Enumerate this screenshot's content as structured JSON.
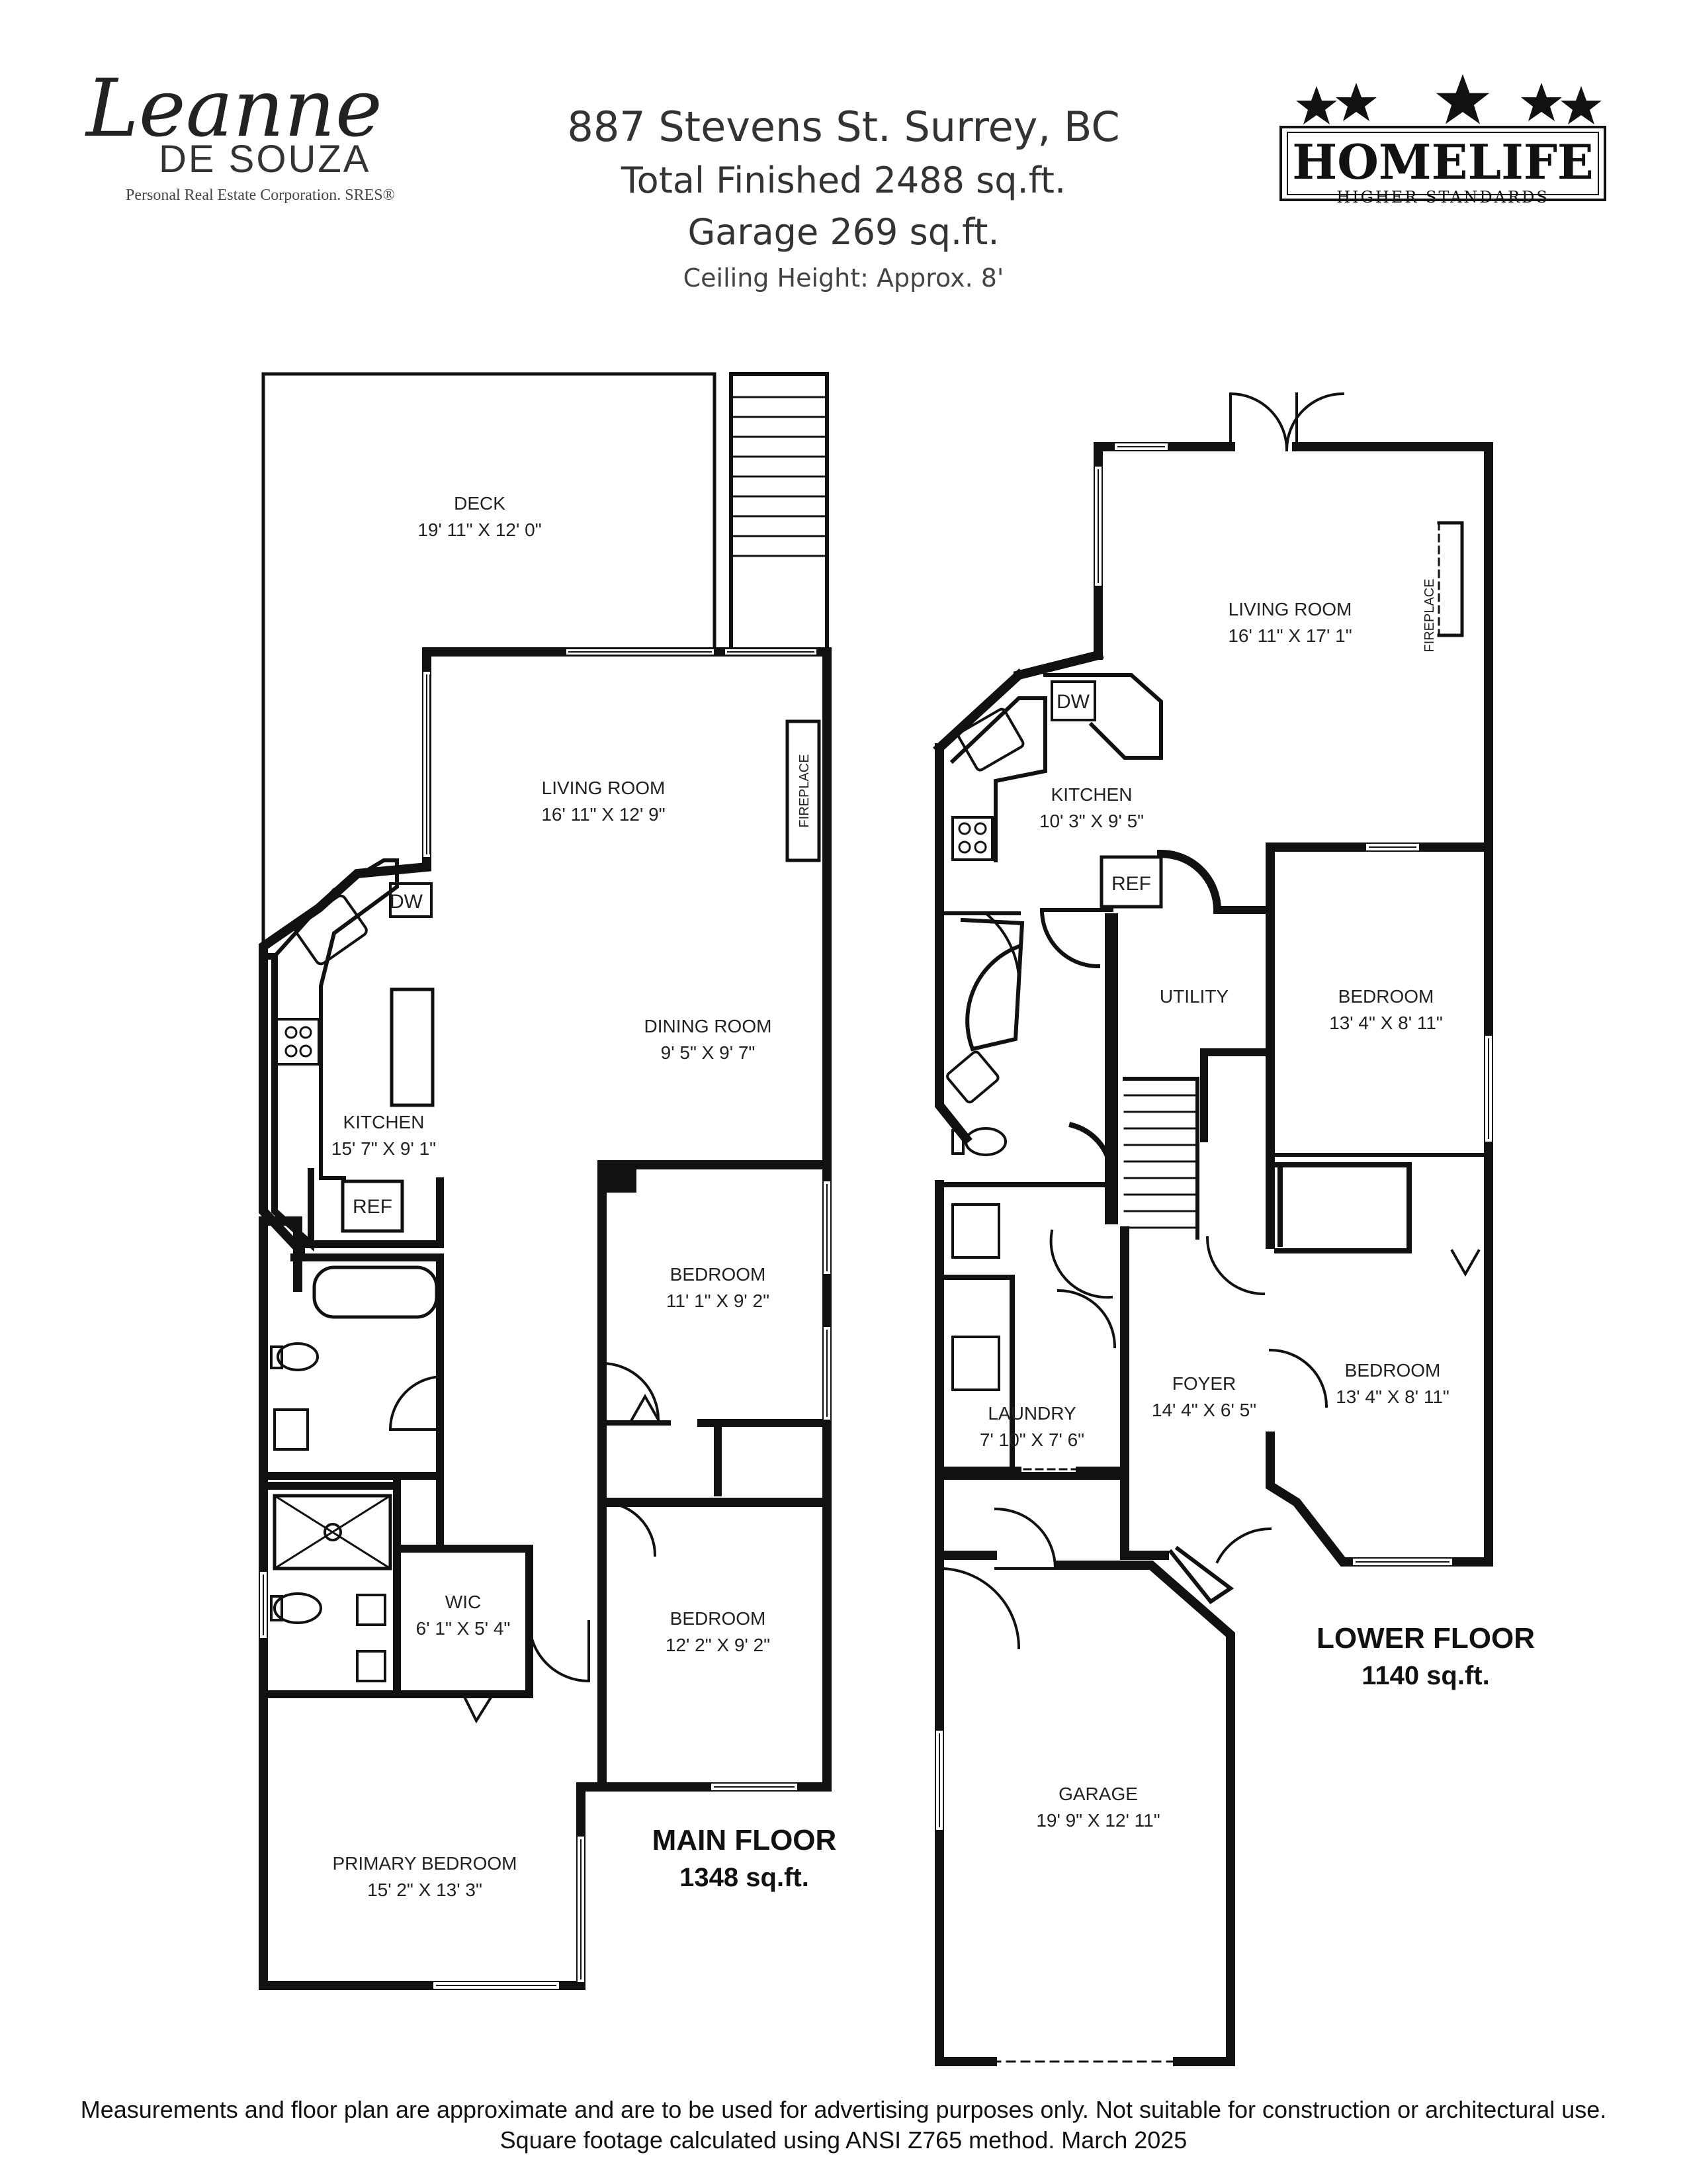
{
  "header": {
    "agent_name": "Leanne",
    "agent_surname": "DE SOUZA",
    "agent_corp": "Personal Real Estate Corporation. SRES®",
    "address": "887 Stevens St. Surrey, BC",
    "total_finished": "Total Finished   2488 sq.ft.",
    "garage": "Garage  269 sq.ft.",
    "ceiling": "Ceiling Height: Approx. 8'",
    "brand_name": "HOMELIFE",
    "brand_tagline": "HIGHER STANDARDS"
  },
  "main_floor": {
    "title": "MAIN FLOOR",
    "area": "1348 sq.ft.",
    "rooms": [
      {
        "name": "DECK",
        "dims": "19' 11\" X 12' 0\""
      },
      {
        "name": "LIVING ROOM",
        "dims": "16' 11\" X 12' 9\""
      },
      {
        "name": "DINING ROOM",
        "dims": "9' 5\" X 9' 7\""
      },
      {
        "name": "KITCHEN",
        "dims": "15' 7\" X 9' 1\""
      },
      {
        "name": "BEDROOM",
        "dims": "11' 1\" X 9' 2\""
      },
      {
        "name": "BEDROOM",
        "dims": "12' 2\" X 9' 2\""
      },
      {
        "name": "WIC",
        "dims": "6' 1\" X 5' 4\""
      },
      {
        "name": "PRIMARY BEDROOM",
        "dims": "15' 2\" X 13' 3\""
      }
    ],
    "labels": {
      "fireplace": "FIREPLACE",
      "dw": "DW",
      "ref": "REF"
    }
  },
  "lower_floor": {
    "title": "LOWER FLOOR",
    "area": "1140 sq.ft.",
    "rooms": [
      {
        "name": "LIVING ROOM",
        "dims": "16' 11\" X 17' 1\""
      },
      {
        "name": "KITCHEN",
        "dims": "10' 3\" X 9' 5\""
      },
      {
        "name": "UTILITY",
        "dims": ""
      },
      {
        "name": "BEDROOM",
        "dims": "13' 4\" X 8' 11\""
      },
      {
        "name": "FOYER",
        "dims": "14' 4\" X 6' 5\""
      },
      {
        "name": "BEDROOM",
        "dims": "13' 4\" X 8' 11\""
      },
      {
        "name": "LAUNDRY",
        "dims": "7' 10\" X 7' 6\""
      },
      {
        "name": "GARAGE",
        "dims": "19' 9\" X 12' 11\""
      }
    ],
    "labels": {
      "fireplace": "FIREPLACE",
      "dw": "DW",
      "ref": "REF"
    }
  },
  "footer": {
    "line1": "Measurements and floor plan are approximate and are to be used for advertising purposes only. Not suitable for construction or architectural use.",
    "line2": "Square footage calculated using ANSI Z765 method. March 2025"
  },
  "colors": {
    "wall": "#111111",
    "text": "#222222",
    "header_text": "#333333"
  }
}
